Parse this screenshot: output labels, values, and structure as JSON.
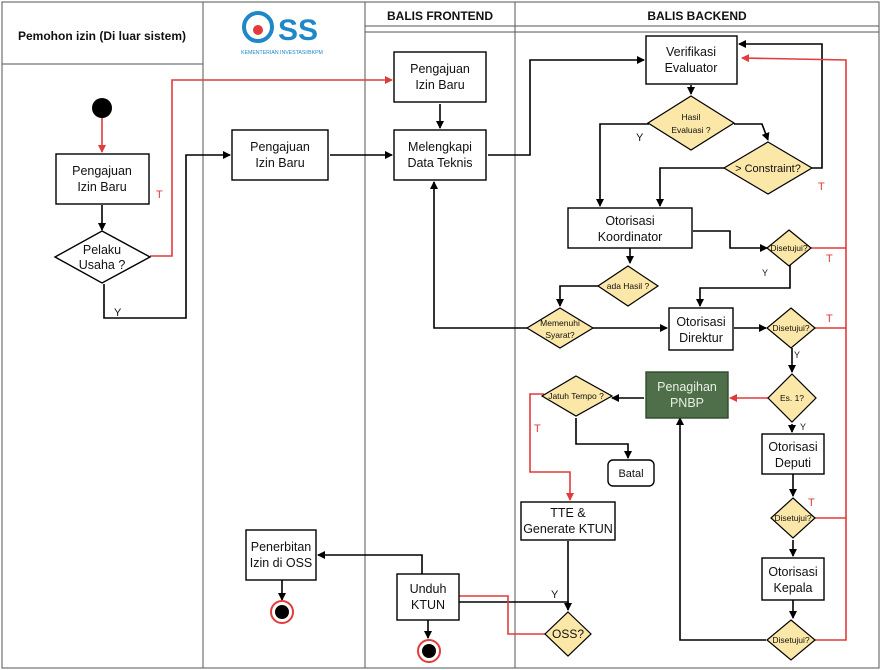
{
  "lanes": {
    "pemohon": "Pemohon izin (Di luar sistem)",
    "oss_logo_text": "OSS",
    "oss_logo_sub": "KEMENTERIAN INVESTASI/BKPM",
    "frontend": "BALIS FRONTEND",
    "backend": "BALIS BACKEND"
  },
  "nodes": {
    "pengajuan_pemohon": [
      "Pengajuan",
      "Izin Baru"
    ],
    "pelaku_usaha": [
      "Pelaku",
      "Usaha ?"
    ],
    "pengajuan_oss": [
      "Pengajuan",
      "Izin Baru"
    ],
    "penerbitan_oss": [
      "Penerbitan",
      "Izin di OSS"
    ],
    "pengajuan_frontend": [
      "Pengajuan",
      "Izin Baru"
    ],
    "melengkapi": [
      "Melengkapi",
      "Data Teknis"
    ],
    "unduh": [
      "Unduh",
      "KTUN"
    ],
    "verifikasi": [
      "Verifikasi",
      "Evaluator"
    ],
    "hasil_evaluasi": [
      "Hasil",
      "Evaluasi ?"
    ],
    "constraint": "> Constraint?",
    "otorisasi_koordinator": [
      "Otorisasi",
      "Koordinator"
    ],
    "disetujui_1": "Disetujui?",
    "ada_hasil": "ada Hasil ?",
    "memenuhi": [
      "Memenuhi",
      "Syarat?"
    ],
    "otorisasi_direktur": [
      "Otorisasi",
      "Direktur"
    ],
    "disetujui_2": "Disetujui?",
    "jatuh_tempo": "Jatuh Tempo ?",
    "penagihan": [
      "Penagihan",
      "PNBP"
    ],
    "es1": "Es. 1?",
    "batal": "Batal",
    "otorisasi_deputi": [
      "Otorisasi",
      "Deputi"
    ],
    "tte": [
      "TTE &",
      "Generate KTUN"
    ],
    "disetujui_3": "Disetujui?",
    "otorisasi_kepala": [
      "Otorisasi",
      "Kepala"
    ],
    "oss_decision": "OSS?",
    "disetujui_4": "Disetujui?"
  },
  "edge_labels": {
    "t1": "T",
    "y1": "Y",
    "y2": "Y",
    "t2": "T",
    "t3": "T",
    "y3": "Y",
    "t4": "T",
    "y4": "Y",
    "y5": "Y",
    "t5": "T",
    "t6": "T",
    "y6": "Y"
  },
  "colors": {
    "decision_fill": "#fbe7a7",
    "highlight_box": "#4f6f4a",
    "false_flow": "#e23b3b",
    "oss_blue": "#1f86c8",
    "oss_red": "#e23b3b"
  }
}
